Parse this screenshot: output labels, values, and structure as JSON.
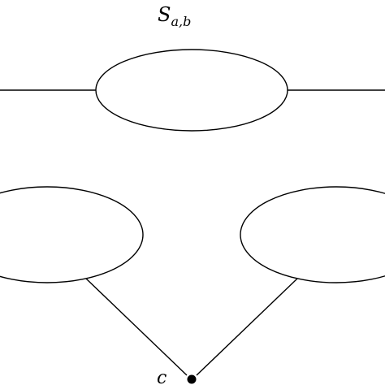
{
  "labels": {
    "top_set": {
      "main": "S",
      "subscript": "a,b"
    },
    "point": "c"
  },
  "colors": {
    "stroke": "#000000",
    "background": "#ffffff"
  }
}
